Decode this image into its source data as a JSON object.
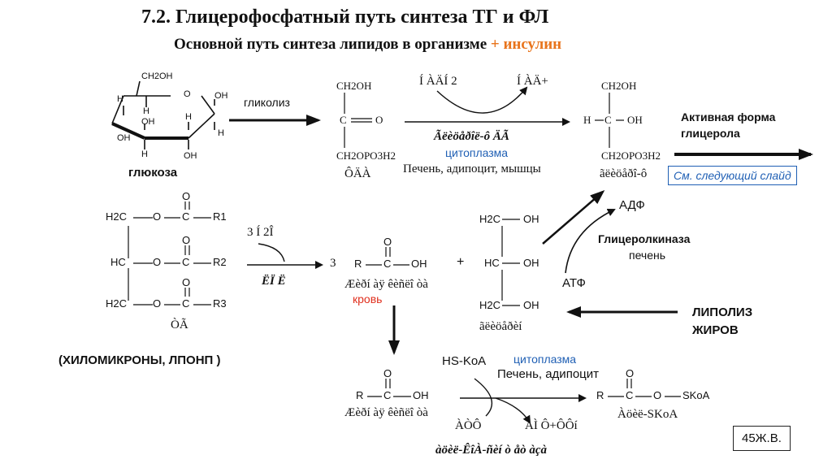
{
  "title": "7.2. Глицерофосфатный путь синтеза ТГ и ФЛ",
  "subtitle": "Основной путь синтеза липидов в организме",
  "subtitle_accent": "+ инсулин",
  "accent_color": "#e8741c",
  "link_color": "#1f5fb4",
  "blood_color": "#e0301e",
  "glucose": {
    "ch2oh": "CH2OH",
    "o": "O",
    "h_labels": [
      "H",
      "H",
      "H",
      "H",
      "H"
    ],
    "oh_labels": [
      "OH",
      "OH",
      "OH",
      "OH"
    ],
    "name": "глюкоза"
  },
  "glycolysis_label": "гликолиз",
  "dhap": {
    "top": "CH2OH",
    "center": "C",
    "right": "O",
    "bottom": "CH2OPO3H2",
    "name": "ÔÄÀ"
  },
  "reaction1": {
    "cofactor_in": "Í ÀÄÍ 2",
    "cofactor_out": "Í ÀÄ+",
    "enzyme": "Ãëèöåðîë-ô ÄÃ",
    "location": "цитоплазма",
    "tissues": "Печень, адипоцит, мышцы"
  },
  "g3p": {
    "top": "CH2OH",
    "left": "H",
    "center": "C",
    "right": "OH",
    "bottom": "CH2OPO3H2",
    "name": "ãëèöåðî-ô"
  },
  "active_form": "Активная форма глицерола",
  "next_slide": "См. следующий слайд",
  "triglyceride": {
    "rows": [
      {
        "carbon": "H2C",
        "o": "O",
        "c": "C",
        "r": "R1",
        "top_o": "O"
      },
      {
        "carbon": "HC",
        "o": "O",
        "c": "C",
        "r": "R2",
        "top_o": "O"
      },
      {
        "carbon": "H2C",
        "o": "O",
        "c": "C",
        "r": "R3",
        "top_o": "O"
      }
    ],
    "name": "ÒÃ"
  },
  "chylomicrons": "(ХИЛОМИКРОНЫ, ЛПОНП )",
  "lpl": {
    "water": "3 Í 2Î",
    "enzyme": "ËÏ Ë",
    "coefficient": "3"
  },
  "fatty_acid": {
    "r": "R",
    "c": "C",
    "o_top": "O",
    "oh": "OH",
    "name": "Æèðí àÿ êèñëî òà",
    "location": "кровь"
  },
  "plus": "+",
  "glycerol": {
    "rows": [
      {
        "carbon": "H2C",
        "oh": "OH"
      },
      {
        "carbon": "HC",
        "oh": "OH"
      },
      {
        "carbon": "H2C",
        "oh": "OH"
      }
    ],
    "name": "ãëèöåðèí"
  },
  "glycerol_kinase": {
    "adp": "АДФ",
    "atp": "АТФ",
    "enzyme": "Глицеролкиназа",
    "tissue": "печень"
  },
  "lipolysis": "ЛИПОЛИЗ ЖИРОВ",
  "activation": {
    "hs_coa": "HS-KoA",
    "location": "цитоплазма",
    "tissues": "Печень, адипоцит",
    "substrate_r": "R",
    "substrate_c": "C",
    "substrate_o_top": "O",
    "substrate_oh": "OH",
    "substrate_name": "Æèðí àÿ êèñëî òà",
    "atp": "ÀÒÔ",
    "products": "ÀÌ  Ô+ÔÔí",
    "product_r": "R",
    "product_c": "C",
    "product_o_top": "O",
    "product_o": "O",
    "product_skoa": "SKoA",
    "product_name": "Àöèë-SKoA",
    "enzyme": "àöèë-ÊîÀ-ñèí ò åò àçà"
  },
  "author": "45Ж.В."
}
